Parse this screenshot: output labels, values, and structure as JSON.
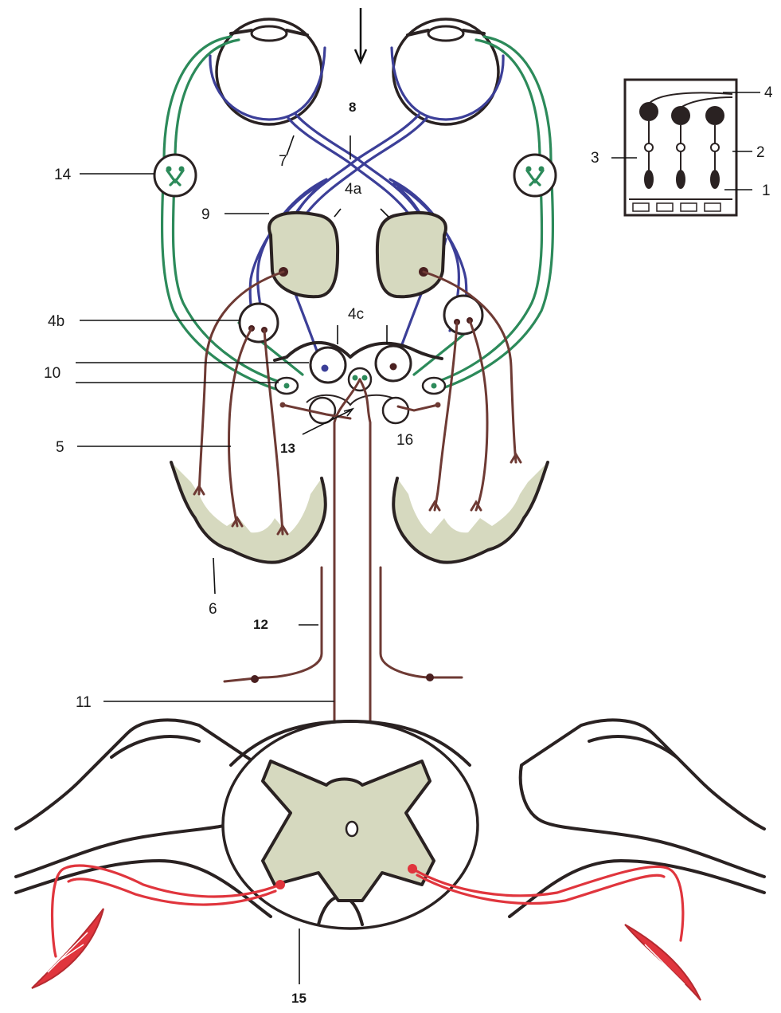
{
  "labels": {
    "l1": "1",
    "l2": "2",
    "l3": "3",
    "l4": "4",
    "l4a": "4a",
    "l4b": "4b",
    "l4c": "4c",
    "l5": "5",
    "l6": "6",
    "l7": "7",
    "l8": "8",
    "l9": "9",
    "l10": "10",
    "l11": "11",
    "l12": "12",
    "l13": "13",
    "l14": "14",
    "l15": "15",
    "l16": "16"
  },
  "colors": {
    "visual_pathway": "#3c3f98",
    "vestibular_pathway": "#2c8a5a",
    "motor_tract": "#6e3a34",
    "peripheral_motor": "#e0353d",
    "gray_matter": "#d6d9bf",
    "outline": "#2a2222"
  }
}
